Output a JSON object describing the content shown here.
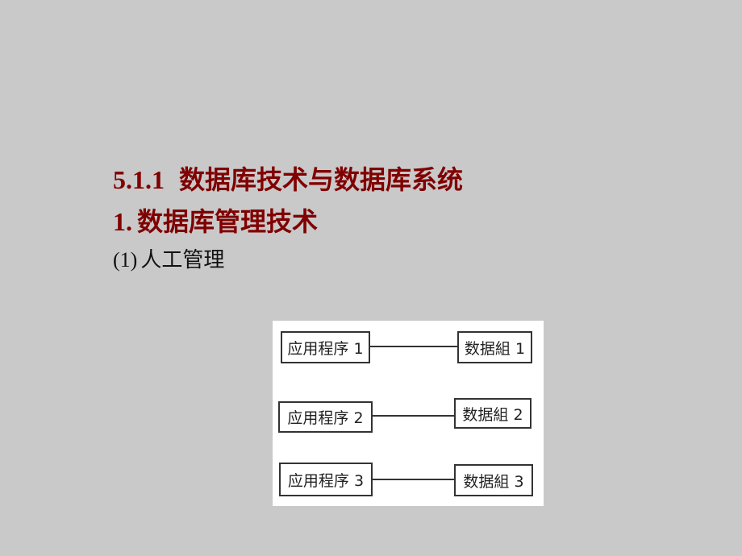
{
  "slide": {
    "background_color": "#c9c9c9",
    "title_color": "#800000",
    "heading_1": {
      "number": "5.1.1",
      "text": "数据库技术与数据库系统"
    },
    "heading_2": {
      "number": "1.",
      "text": "数据库管理技术"
    },
    "subheading": {
      "number": "(1)",
      "text": "人工管理"
    },
    "diagram": {
      "rows": [
        {
          "program": "应用程序 1",
          "dataset": "数据組 1"
        },
        {
          "program": "应用程序 2",
          "dataset": "数据組 2"
        },
        {
          "program": "应用程序 3",
          "dataset": "数据組 3"
        }
      ]
    }
  }
}
